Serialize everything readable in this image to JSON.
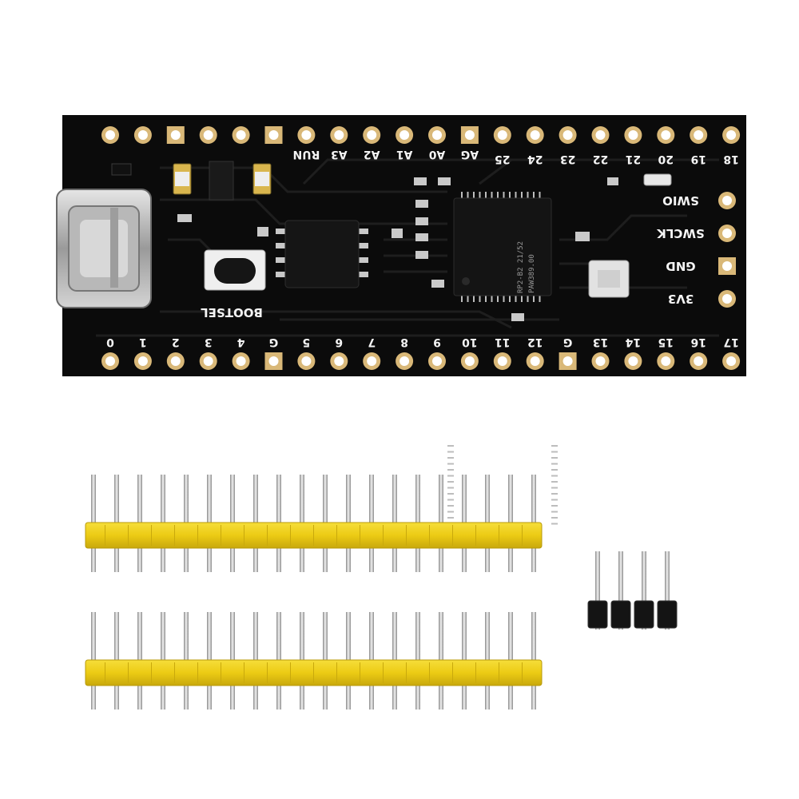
{
  "scene": {
    "subject": "rp2040-dev-board-with-pin-headers",
    "colors": {
      "background": "#ffffff",
      "pcb": "#0b0b0b",
      "trace": "#1c1c1c",
      "pad_gold": "#d9b878",
      "silkscreen": "#f4f4f4",
      "header_plastic": "#f0d21a",
      "header_plastic_short": "#141414",
      "pin_metal": "#c8c8c8"
    }
  },
  "board": {
    "top_pin_labels": [
      "RUN",
      "A3",
      "A2",
      "A1",
      "A0",
      "AG",
      "25",
      "24",
      "23",
      "22",
      "21",
      "20",
      "19",
      "18"
    ],
    "bottom_pin_labels": [
      "0",
      "1",
      "2",
      "3",
      "4",
      "G",
      "5",
      "6",
      "7",
      "8",
      "9",
      "10",
      "11",
      "12",
      "G",
      "13",
      "14",
      "15",
      "16",
      "17"
    ],
    "right_pin_labels": [
      "SWIO",
      "SWCLK",
      "GND",
      "3V3"
    ],
    "button_label": "BOOTSEL",
    "chip_marking_line1": "RP2-B2  21/52",
    "chip_marking_line2": "PAW389.00",
    "top_pad_count": 20,
    "bottom_pad_count": 20,
    "right_pad_count": 4,
    "square_pads_top": [
      2,
      5,
      11
    ],
    "square_pads_bottom": [
      5,
      14
    ],
    "square_pads_right": [
      2
    ]
  },
  "accessories": {
    "long_headers": [
      {
        "pin_count": 20
      },
      {
        "pin_count": 20
      }
    ],
    "short_header": {
      "pin_count": 4
    }
  }
}
